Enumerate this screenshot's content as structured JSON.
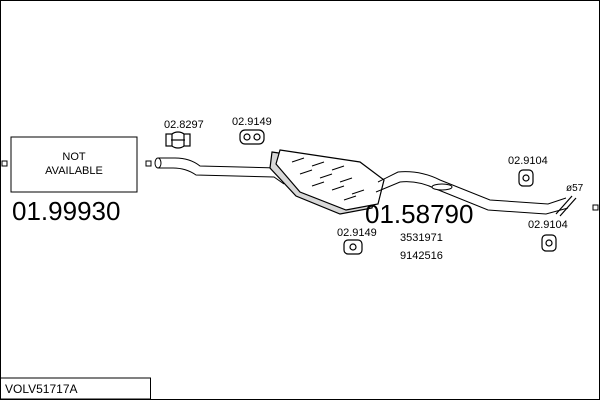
{
  "diagram": {
    "not_available_line1": "NOT",
    "not_available_line2": "AVAILABLE",
    "left_part_number": "01.99930",
    "main_part_number": "01.58790",
    "oem_numbers": [
      "3531971",
      "9142516"
    ],
    "clamp_label": "02.8297",
    "hanger_labels": [
      "02.9149",
      "02.9149",
      "02.9104",
      "02.9104"
    ],
    "diameter_label": "ø57",
    "model_code": "VOLV51717A"
  },
  "colors": {
    "line": "#000000",
    "background": "#ffffff"
  }
}
